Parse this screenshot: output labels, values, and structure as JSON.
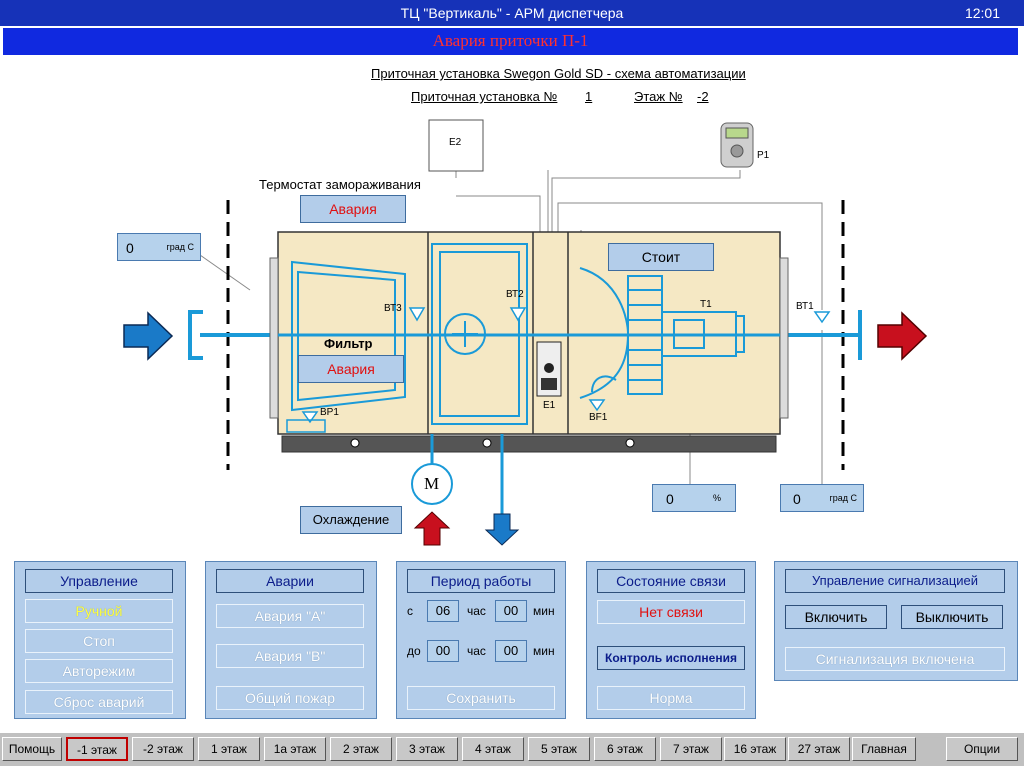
{
  "window": {
    "title": "ТЦ \"Вертикаль\" - АРМ диспетчера",
    "clock": "12:01"
  },
  "alarm_banner": "Авария приточки П-1",
  "scheme": {
    "title": "Приточная установка Swegon Gold SD - схема автоматизации",
    "unit_label": "Приточная установка №",
    "unit_no": "1",
    "floor_label": "Этаж №",
    "floor_no": "-2",
    "e2": "E2",
    "p1": "P1",
    "frost_thermostat": "Термостат замораживания",
    "frost_status": "Авария",
    "outside_temp": {
      "value": "0",
      "unit": "град С"
    },
    "filter_label": "Фильтр",
    "filter_status": "Авария",
    "fan_status": "Стоит",
    "bt3": "ВТ3",
    "bt2": "ВТ2",
    "bt1": "ВТ1",
    "bp1": "ВР1",
    "bf1": "BF1",
    "e1": "E1",
    "t1": "T1",
    "motor": "M",
    "cooling": "Охлаждение",
    "valve_pct": {
      "value": "0",
      "unit": "%"
    },
    "supply_temp": {
      "value": "0",
      "unit": "град С"
    }
  },
  "panels": {
    "control": {
      "title": "Управление",
      "mode": "Ручной",
      "stop": "Стоп",
      "auto": "Авторежим",
      "reset": "Сброс аварий"
    },
    "alarms": {
      "title": "Аварии",
      "a": "Авария \"А\"",
      "b": "Авария \"В\"",
      "fire": "Общий пожар"
    },
    "period": {
      "title": "Период работы",
      "from": "с",
      "to": "до",
      "hour": "час",
      "min": "мин",
      "from_h": "06",
      "from_m": "00",
      "to_h": "00",
      "to_m": "00",
      "save": "Сохранить"
    },
    "link": {
      "title": "Состояние связи",
      "status": "Нет связи",
      "exec_title": "Контроль исполнения",
      "exec_status": "Норма"
    },
    "signal": {
      "title": "Управление сигнализацией",
      "on": "Включить",
      "off": "Выключить",
      "state": "Сигнализация включена"
    }
  },
  "nav": [
    "Помощь",
    "-1 этаж",
    "-2 этаж",
    "1 этаж",
    "1а этаж",
    "2 этаж",
    "3 этаж",
    "4 этаж",
    "5 этаж",
    "6 этаж",
    "7 этаж",
    "16 этаж",
    "27 этаж",
    "Главная",
    "Опции"
  ],
  "colors": {
    "title_bar": "#1632b8",
    "alarm_text": "#ff3030",
    "panel": "#b3cdea",
    "unit_body": "#f5e8c4",
    "duct": "#1a9ad8",
    "arrow_in": "#1a7ac8",
    "arrow_out": "#c8101e"
  }
}
